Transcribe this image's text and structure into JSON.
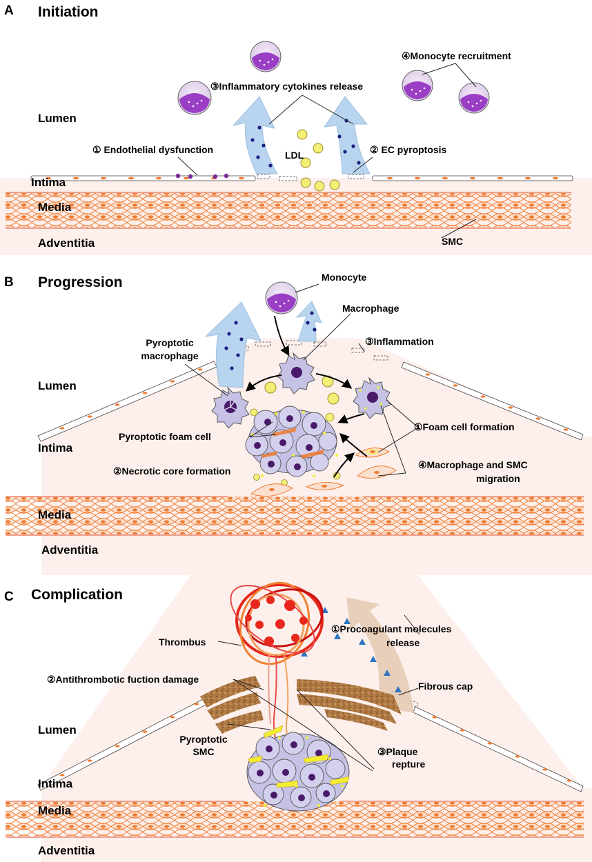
{
  "colors": {
    "lumen_bg": "#ffffff",
    "intima_bg": "#fdf0ec",
    "media_cell": "#f07a2f",
    "media_line": "#f0a090",
    "endothelium_border": "#444444",
    "arrow_blue": "#b8d4ee",
    "arrow_beige": "#e6cbb4",
    "monocyte": "#9a3fc4",
    "ldl": "#f3ee75",
    "fibrous_cap": "#a86f3c",
    "thrombus": "#e8281c",
    "procoagulant": "#2e76c0",
    "macrophage": "#c5c2e6"
  },
  "panels": [
    {
      "letter": "A",
      "title": "Initiation",
      "layers": {
        "lumen": "Lumen",
        "intima": "Intima",
        "media": "Media",
        "adventitia": "Adventitia"
      },
      "annotations": {
        "inflammatory": "③Inflammatory cytokines release",
        "monocyte_recruitment": "④Monocyte recruitment",
        "endothelial": "① Endothelial dysfunction",
        "ec_pyroptosis": "② EC pyroptosis",
        "ldl": "LDL",
        "smc": "SMC"
      }
    },
    {
      "letter": "B",
      "title": "Progression",
      "layers": {
        "lumen": "Lumen",
        "intima": "Intima",
        "media": "Media",
        "adventitia": "Adventitia"
      },
      "annotations": {
        "monocyte": "Monocyte",
        "macrophage": "Macrophage",
        "pyroptotic_macrophage_1": "Pyroptotic",
        "pyroptotic_macrophage_2": "macrophage",
        "inflammation": "③Inflammation",
        "foam_cell_formation": "①Foam cell formation",
        "pyroptotic_foam_cell": "Pyroptotic foam cell",
        "necrotic_core": "②Necrotic core formation",
        "migration_1": "④Macrophage and SMC",
        "migration_2": "migration"
      }
    },
    {
      "letter": "C",
      "title": "Complication",
      "layers": {
        "lumen": "Lumen",
        "intima": "Intima",
        "media": "Media",
        "adventitia": "Adventitia"
      },
      "annotations": {
        "thrombus": "Thrombus",
        "procoagulant_1": "①Procoagulant molecules",
        "procoagulant_2": "release",
        "antithrombotic": "②Antithrombotic fuction damage",
        "fibrous_cap": "Fibrous cap",
        "pyroptotic_smc_1": "Pyroptotic",
        "pyroptotic_smc_2": "SMC",
        "plaque_1": "③Plaque",
        "plaque_2": "repture"
      }
    }
  ]
}
